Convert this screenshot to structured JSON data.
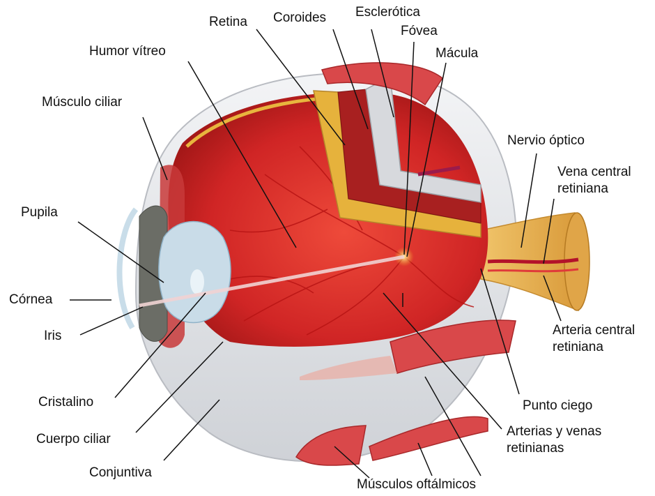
{
  "labels": {
    "retina": "Retina",
    "coroides": "Coroides",
    "esclerotica": "Esclerótica",
    "fovea": "Fóvea",
    "macula": "Mácula",
    "humor_vitreo": "Humor vítreo",
    "musculo_ciliar": "Músculo ciliar",
    "nervio_optico": "Nervio óptico",
    "vena_central_1": "Vena central",
    "vena_central_2": "retiniana",
    "pupila": "Pupila",
    "cornea": "Córnea",
    "iris": "Iris",
    "arteria_central_1": "Arteria central",
    "arteria_central_2": "retiniana",
    "cristalino": "Cristalino",
    "punto_ciego": "Punto ciego",
    "cuerpo_ciliar": "Cuerpo ciliar",
    "arterias_venas_1": "Arterias y venas",
    "arterias_venas_2": "retinianas",
    "conjuntiva": "Conjuntiva",
    "musculos_oftalmicos": "Músculos oftálmicos"
  },
  "colors": {
    "sclera": "#e6e7ea",
    "vitreous": "#d42a2a",
    "retina_layer": "#e6b23c",
    "choroid": "#a82020",
    "muscle": "#d9484a",
    "optic_nerve": "#e9b55a",
    "lens": "#c9dce8",
    "leader_line": "#111111"
  }
}
